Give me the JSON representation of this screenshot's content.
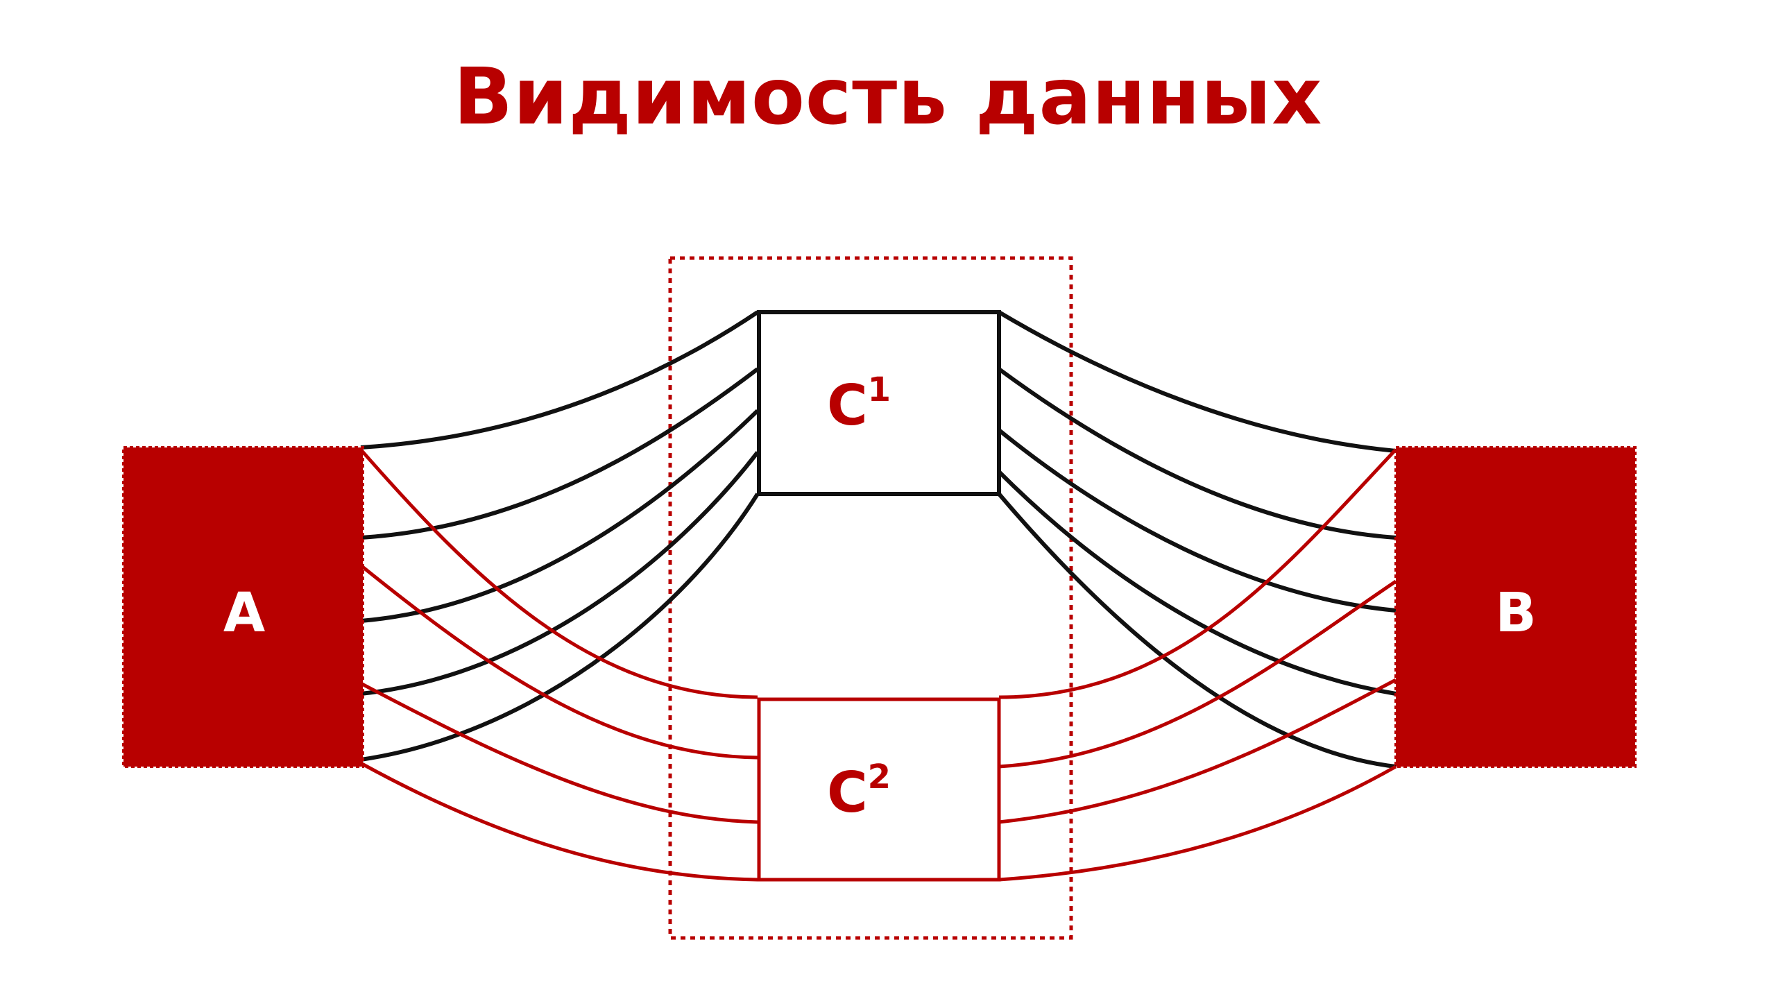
{
  "title": "Видимость данных",
  "colors": {
    "accent": "#b80000",
    "line_dark": "#111111",
    "background": "#ffffff",
    "label_on_accent": "#ffffff"
  },
  "nodes": {
    "a": {
      "label": "A"
    },
    "b": {
      "label": "B"
    },
    "c1": {
      "label": "C",
      "superscript": "1"
    },
    "c2": {
      "label": "C",
      "superscript": "2"
    }
  }
}
